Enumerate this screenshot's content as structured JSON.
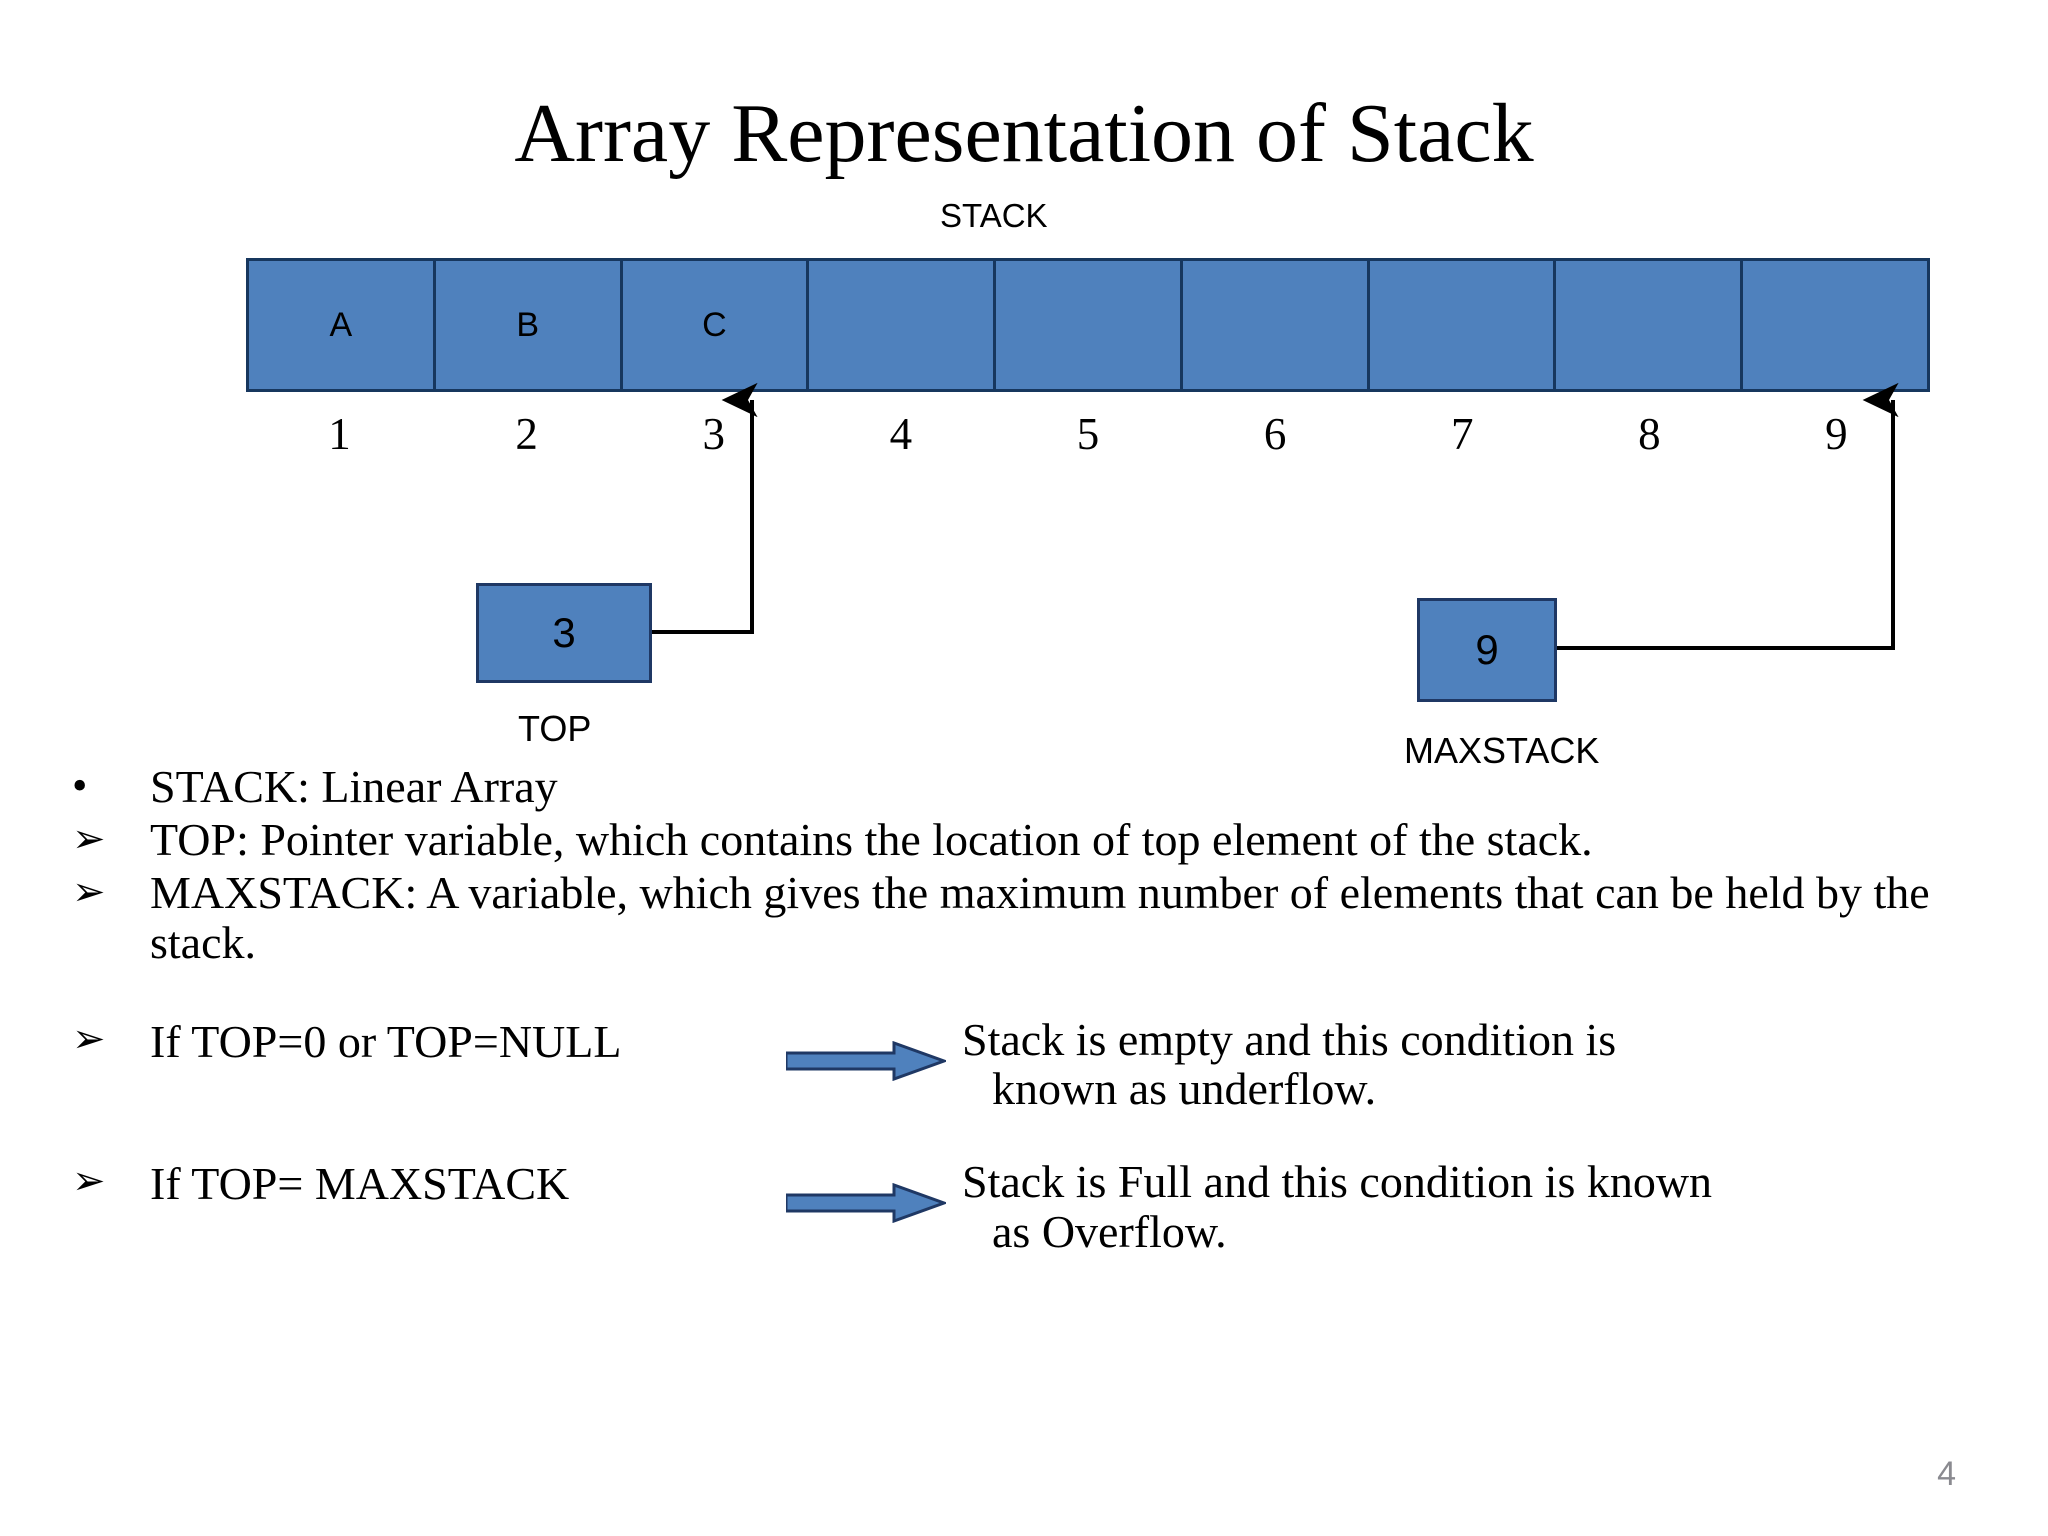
{
  "slide": {
    "title": "Array Representation of Stack",
    "page_number": "4"
  },
  "diagram": {
    "stack_caption": "STACK",
    "cells": [
      "A",
      "B",
      "C",
      "",
      "",
      "",
      "",
      "",
      ""
    ],
    "indices": [
      "1",
      "2",
      "3",
      "4",
      "5",
      "6",
      "7",
      "8",
      "9"
    ],
    "top": {
      "value": "3",
      "label": "TOP"
    },
    "maxstack": {
      "value": "9",
      "label": "MAXSTACK"
    },
    "colors": {
      "cell_fill": "#4f81bd",
      "cell_border": "#17375e",
      "box_fill": "#4f81bd",
      "box_border": "#1f3864",
      "connector": "#000000",
      "block_arrow_fill": "#4f81bd",
      "block_arrow_border": "#1f3864"
    }
  },
  "bullets": [
    {
      "marker": "•",
      "marker_type": "dot",
      "text": "STACK: Linear Array"
    },
    {
      "marker": "➢",
      "marker_type": "arrowhead",
      "text": "TOP: Pointer variable, which contains the location of top element of the stack."
    },
    {
      "marker": "➢",
      "marker_type": "arrowhead",
      "text": "MAXSTACK: A variable, which gives the maximum number of elements that can be held by the stack."
    }
  ],
  "conditions": [
    {
      "marker": "➢",
      "condition": "If TOP=0 or TOP=NULL",
      "arrow": "block-arrow-right-icon",
      "result_line1": "Stack is empty and this condition is",
      "result_line2": "known as underflow."
    },
    {
      "marker": "➢",
      "condition": "If TOP= MAXSTACK",
      "arrow": "block-arrow-right-icon",
      "result_line1": "Stack is Full and this condition is known",
      "result_line2": "as Overflow."
    }
  ]
}
